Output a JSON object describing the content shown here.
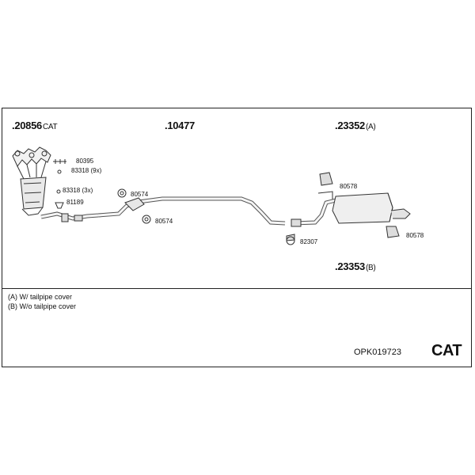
{
  "parts": {
    "main": [
      {
        "prefix": ".",
        "number": "20856",
        "suffix": "CAT"
      },
      {
        "prefix": ".",
        "number": "10477",
        "suffix": ""
      },
      {
        "prefix": ".",
        "number": "23352",
        "suffix": "(A)"
      },
      {
        "prefix": ".",
        "number": "23353",
        "suffix": "(B)"
      }
    ],
    "small": [
      "80395",
      "83318 (9x)",
      "83318 (3x)",
      "81189",
      "80574",
      "80574",
      "80578",
      "80578",
      "82307"
    ]
  },
  "legend": {
    "a": "(A) W/ tailpipe cover",
    "b": "(B) W/o tailpipe cover"
  },
  "footer": {
    "code": "OPK019723",
    "type": "CAT"
  }
}
